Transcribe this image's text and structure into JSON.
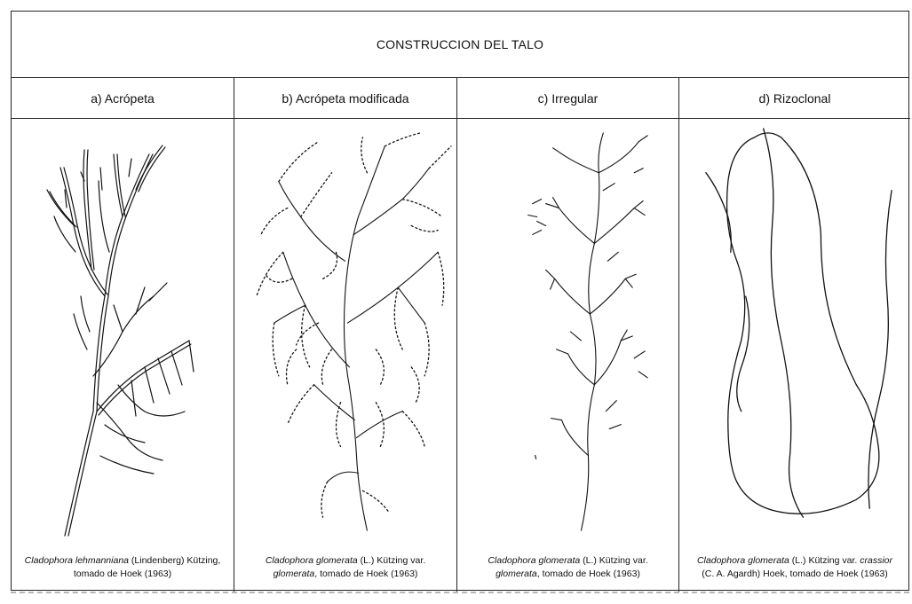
{
  "title": "CONSTRUCCION DEL TALO",
  "columns": [
    {
      "heading": "a) Acrópeta",
      "caption": {
        "line1_italic": "Cladophora lehmanniana",
        "line1_rest": " (Lindenberg) Kützing,",
        "line2_italic": "",
        "line2_rest": "tomado de Hoek (1963)"
      }
    },
    {
      "heading": "b) Acrópeta modificada",
      "caption": {
        "line1_italic": "Cladophora glomerata",
        "line1_rest": " (L.) Kützing var.",
        "line2_italic": "glomerata",
        "line2_rest": ",  tomado de Hoek (1963)"
      }
    },
    {
      "heading": "c) Irregular",
      "caption": {
        "line1_italic": "Cladophora glomerata",
        "line1_rest": " (L.) Kützing var.",
        "line2_italic": "glomerata",
        "line2_rest": ",  tomado de Hoek (1963)"
      }
    },
    {
      "heading": "d) Rizoclonal",
      "caption": {
        "line1_italic": "Cladophora glomerata",
        "line1_rest": " (L.) Kützing var. ",
        "line1_italic2": "crassior",
        "line2_italic": "",
        "line2_rest": "(C. A. Agardh) Hoek,  tomado de Hoek (1963)"
      }
    }
  ]
}
